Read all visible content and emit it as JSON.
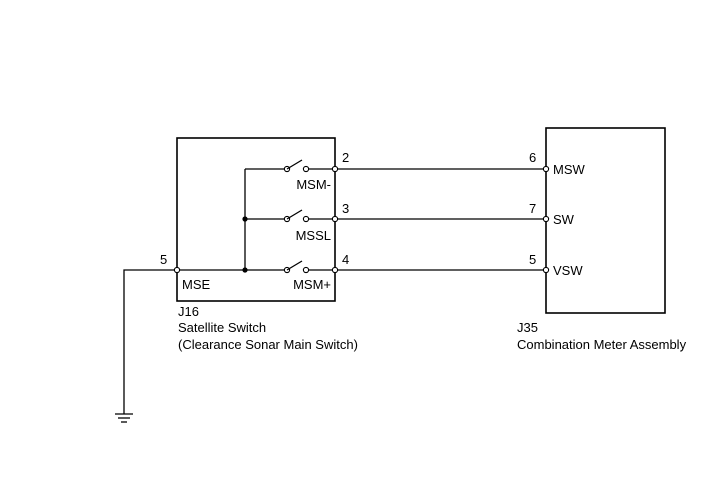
{
  "j16": {
    "id": "J16",
    "name": "Satellite Switch",
    "subname": "(Clearance Sonar Main Switch)",
    "pins": {
      "p5": {
        "num": "5",
        "label": "MSE"
      },
      "p2": {
        "num": "2",
        "label": "MSM-"
      },
      "p3": {
        "num": "3",
        "label": "MSSL"
      },
      "p4": {
        "num": "4",
        "label": "MSM+"
      }
    }
  },
  "j35": {
    "id": "J35",
    "name": "Combination Meter Assembly",
    "pins": {
      "p6": {
        "num": "6",
        "label": "MSW"
      },
      "p7": {
        "num": "7",
        "label": "SW"
      },
      "p5": {
        "num": "5",
        "label": "VSW"
      }
    }
  }
}
